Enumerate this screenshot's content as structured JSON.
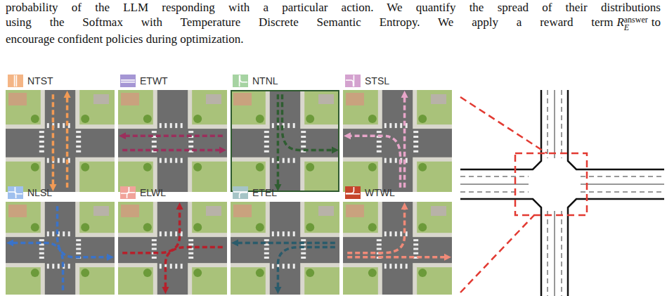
{
  "diagram": {
    "nodes": [
      {
        "text": [
          "NTST"
        ]
      },
      {
        "text": [
          "ETWT"
        ]
      },
      {
        "text": [
          "NTNL"
        ]
      },
      {
        "text": [
          "STSL"
        ]
      },
      {
        "text": [
          "NLSL"
        ]
      },
      {
        "text": [
          "ELWL"
        ]
      },
      {
        "text": [
          "ETEL"
        ]
      },
      {
        "text": [
          "WTWL"
        ]
      }
    ],
    "labels": [
      "probability of the LLM responding with a particular action. We quantify the spread of their distributions",
      "using the Softmax with Temperature Discrete Semantic Entropy. We apply a reward term",
      "R",
      "answer",
      "E",
      "to",
      "encourage confident policies during optimization."
    ]
  }
}
